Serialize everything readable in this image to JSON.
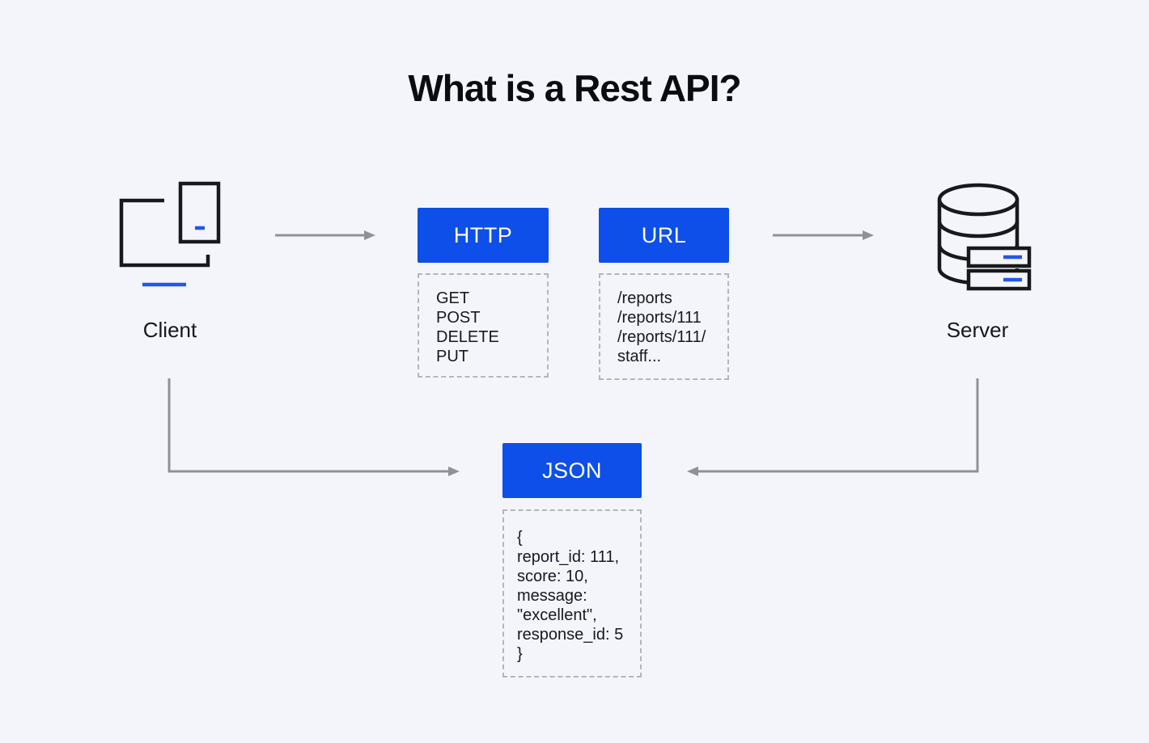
{
  "title": "What is a Rest API?",
  "colors": {
    "background": "#f4f5fa",
    "accent_blue": "#0d4fe8",
    "icon_blue": "#2357e8",
    "arrow_gray": "#8e9298",
    "dashed_border": "#b2b6bd",
    "text_ink": "#15171c"
  },
  "nodes": {
    "client": {
      "label": "Client",
      "icon": "client-device-icon"
    },
    "server": {
      "label": "Server",
      "icon": "database-server-icon"
    },
    "http": {
      "label": "HTTP",
      "items": [
        "GET",
        "POST",
        "DELETE",
        "PUT"
      ]
    },
    "url": {
      "label": "URL",
      "items": [
        "/reports",
        "/reports/111",
        "/reports/111/",
        "staff..."
      ]
    },
    "json": {
      "label": "JSON",
      "code_lines": [
        "{",
        "report_id: 111,",
        "score: 10,",
        "message:",
        "\"excellent\",",
        "response_id: 5",
        "}"
      ]
    }
  },
  "arrows": [
    {
      "name": "client-to-http"
    },
    {
      "name": "url-to-server"
    },
    {
      "name": "client-to-json"
    },
    {
      "name": "server-to-json"
    }
  ]
}
